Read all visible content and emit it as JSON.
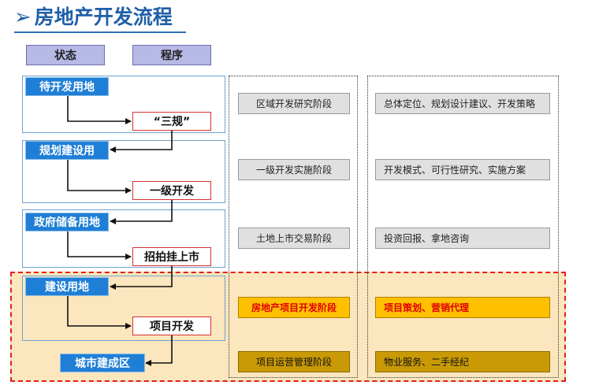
{
  "title": "房地产开发流程",
  "title_marker": "➢",
  "headers": {
    "status": "状态",
    "procedure": "程序"
  },
  "stages": [
    {
      "status": "待开发用地",
      "procedure": "“三规”",
      "phase": "区域开发研究阶段",
      "services": "总体定位、规划设计建议、开发策略"
    },
    {
      "status": "规划建设用",
      "procedure": "一级开发",
      "phase": "一级开发实施阶段",
      "services": "开发模式、可行性研究、实施方案"
    },
    {
      "status": "政府储备用地",
      "procedure": "招拍挂上市",
      "phase": "土地上市交易阶段",
      "services": "投资回报、拿地咨询"
    },
    {
      "status": "建设用地",
      "procedure": "项目开发",
      "phase": "房地产项目开发阶段",
      "services": "项目策划、营销代理"
    }
  ],
  "final": {
    "status": "城市建成区",
    "phase": "项目运营管理阶段",
    "services": "物业服务、二手经纪"
  },
  "colors": {
    "blue": "#1f7fd6",
    "title": "#1f5fa8",
    "gold": "#ffc000",
    "olive": "#c99a05",
    "highlight_border": "#e02020",
    "highlight_fill": "#fbe6bd"
  }
}
